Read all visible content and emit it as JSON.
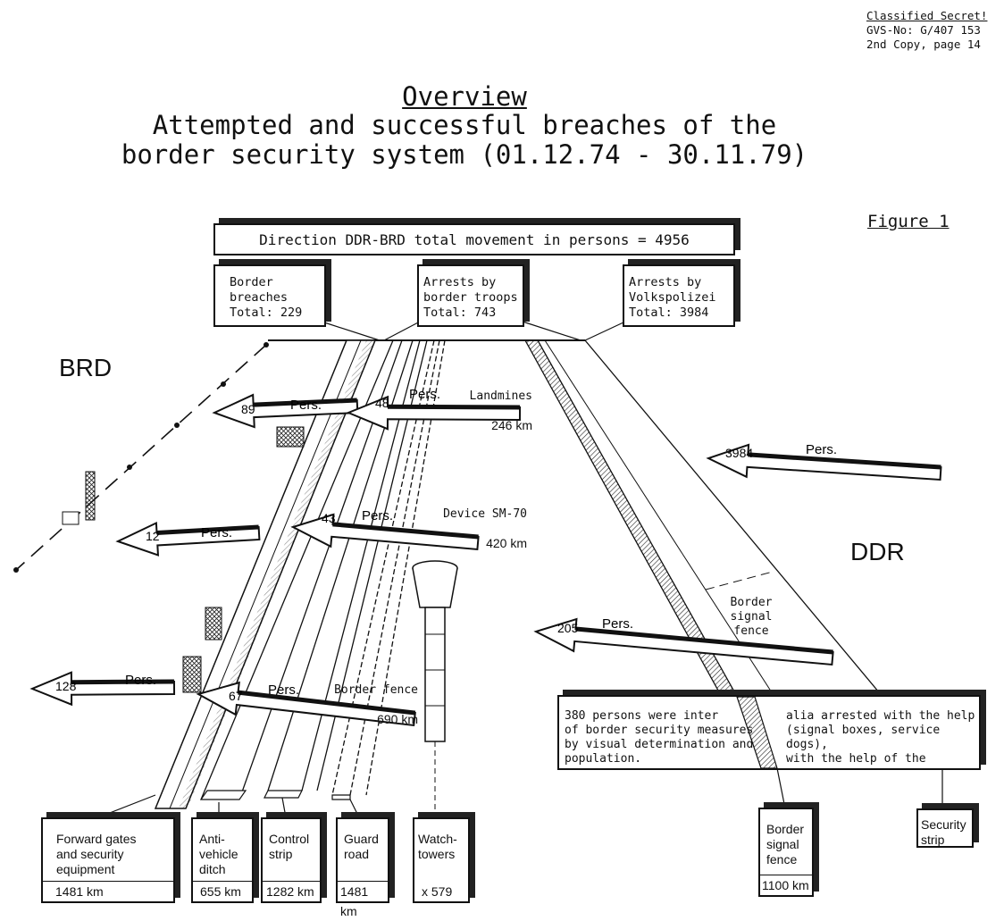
{
  "header": {
    "classification": "Classified Secret!",
    "gvs_no": "GVS-No: G/407 153",
    "copy": "2nd Copy, page 14"
  },
  "title": {
    "heading": "Overview",
    "line1": "Attempted and successful breaches of the",
    "line2": "border security system (01.12.74 - 30.11.79)"
  },
  "figure_label": "Figure 1",
  "total_box": "Direction DDR-BRD total movement in persons = 4956",
  "categories": [
    {
      "label": "Border\nbreaches\nTotal: 229"
    },
    {
      "label": "Arrests by\nborder troops\nTotal: 743"
    },
    {
      "label": "Arrests by\nVolkspolizei\nTotal: 3984"
    }
  ],
  "countries": {
    "west": "BRD",
    "east": "DDR"
  },
  "arrows": [
    {
      "count": "89",
      "unit": "Pers."
    },
    {
      "count": "48",
      "unit": "Pers."
    },
    {
      "count": "3984",
      "unit": "Pers."
    },
    {
      "count": "12",
      "unit": "Pers."
    },
    {
      "count": "43",
      "unit": "Pers."
    },
    {
      "count": "205",
      "unit": "Pers."
    },
    {
      "count": "128",
      "unit": "Pers."
    },
    {
      "count": "67",
      "unit": "Pers."
    }
  ],
  "measures": [
    {
      "name": "Landmines",
      "length": "246 km"
    },
    {
      "name": "Device SM-70",
      "length": "420 km"
    },
    {
      "name": "Border fence",
      "length": "690 km"
    },
    {
      "name": "Border\nsignal\nfence",
      "length": ""
    }
  ],
  "note": {
    "line1a": "380 persons were inter",
    "line1b": "alia arrested with the help",
    "line2a": "of border security measures",
    "line2b": "(signal boxes, service dogs),",
    "line3a": "by visual determination and",
    "line3b": "with the help of the",
    "line4a": "population."
  },
  "bottom_items": [
    {
      "label": "Forward gates\nand security\nequipment",
      "value": "1481 km"
    },
    {
      "label": "Anti-\nvehicle\nditch",
      "value": "655 km"
    },
    {
      "label": "Control\nstrip",
      "value": "1282 km"
    },
    {
      "label": "Guard\nroad",
      "value": "1481 km"
    },
    {
      "label": "Watch-\ntowers",
      "value": "x 579"
    },
    {
      "label": "Border\nsignal\nfence",
      "value": "1100 km"
    },
    {
      "label": "Security\nstrip",
      "value": ""
    }
  ]
}
